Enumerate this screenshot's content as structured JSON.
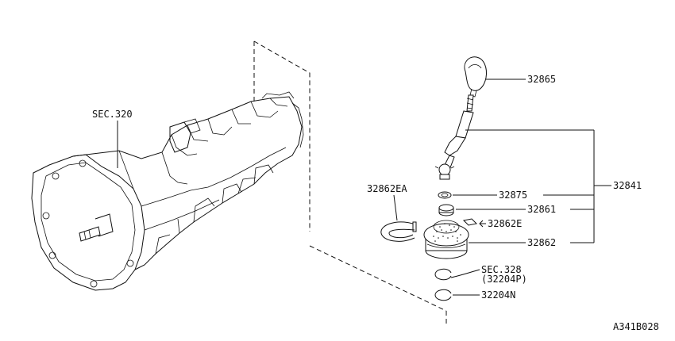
{
  "labels": {
    "sec320": "SEC.320",
    "p32865": "32865",
    "p32841": "32841",
    "p32862ea": "32862EA",
    "p32875": "32875",
    "p32861": "32861",
    "p32862e": "32862E",
    "p32862": "32862",
    "sec328": "SEC.328",
    "p32204p": "(32204P)",
    "p32204n": "32204N",
    "drawing_id": "A341B028"
  }
}
